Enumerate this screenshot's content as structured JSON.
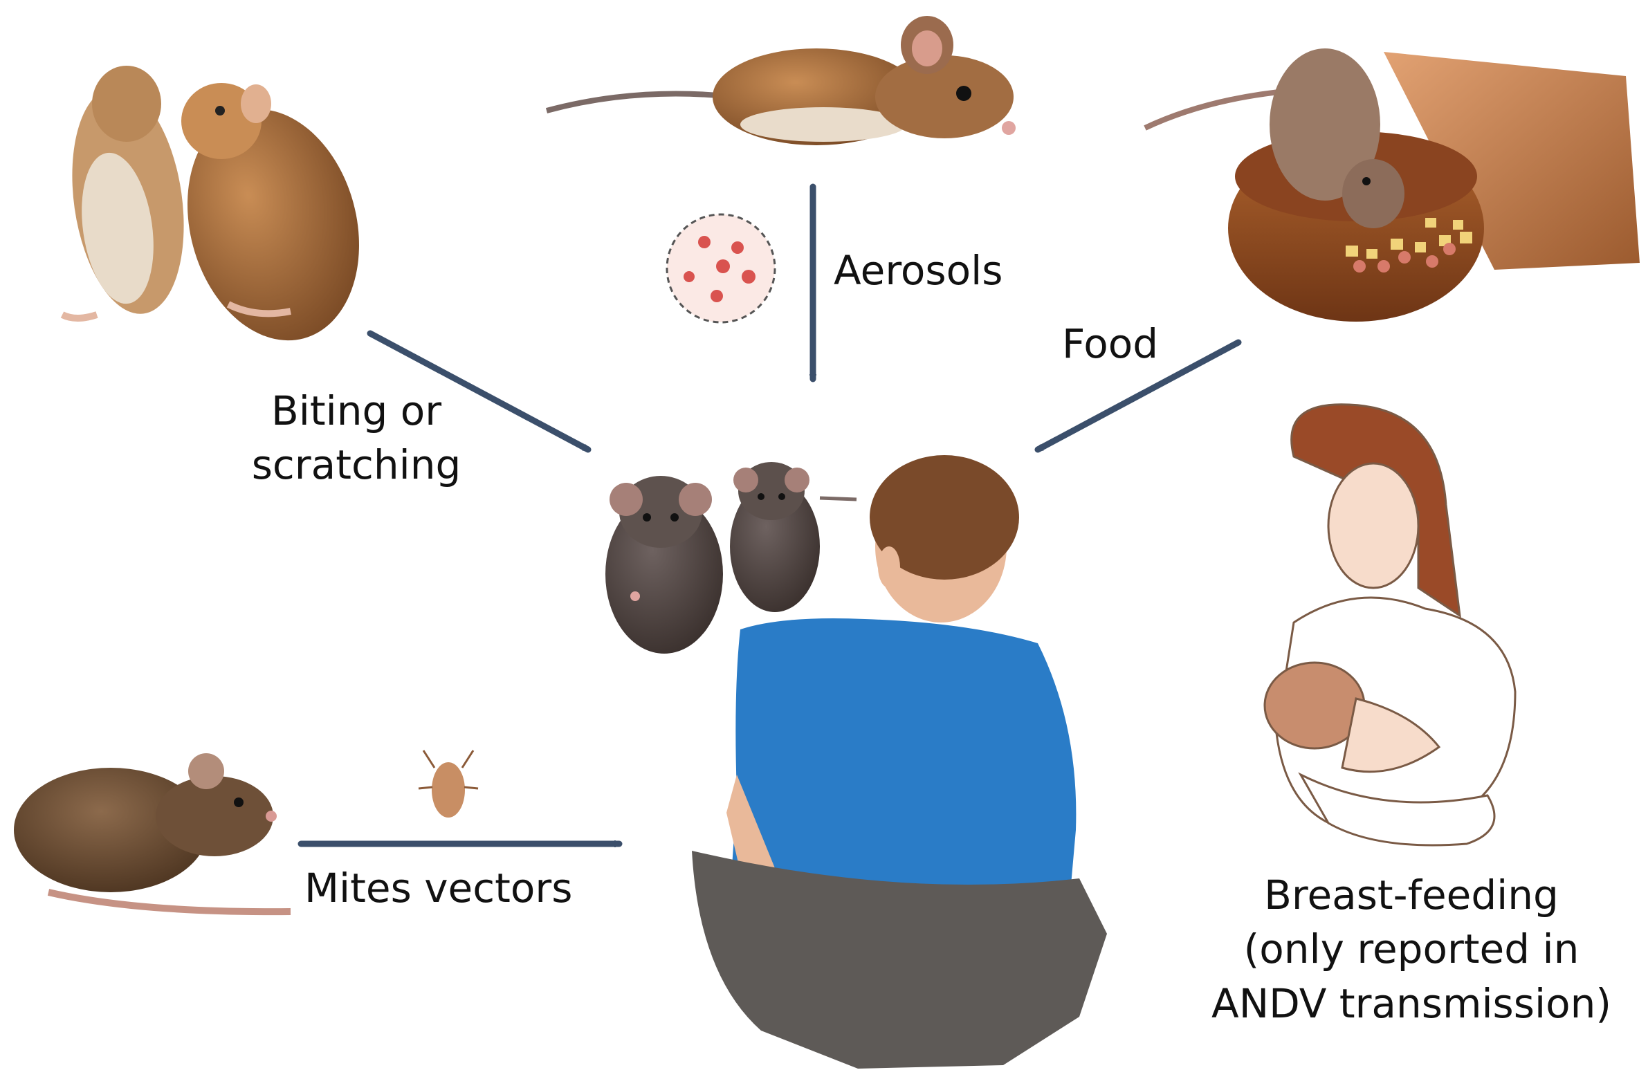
{
  "labels": {
    "biting": [
      "Biting or",
      "scratching"
    ],
    "aerosols": "Aerosols",
    "food": "Food",
    "mites": "Mites vectors",
    "breast_feeding": [
      "Breast-feeding",
      "(only reported in",
      "ANDV transmission)"
    ]
  },
  "colors": {
    "arrow": "#3b4f6b",
    "rodent_brown": "#8a5a36",
    "rodent_dark": "#4a3f3a",
    "shirt_blue": "#2a7cc7",
    "pants_gray": "#5e5a57",
    "skin": "#e9b99a",
    "hair": "#7a4a2a",
    "virus_red": "#d9534f"
  },
  "icons": [
    "paired-mice-illustration",
    "mouse-illustration",
    "rat-eating-from-bowl-illustration",
    "rats-pair-illustration",
    "seated-person-illustration",
    "brown-rat-illustration",
    "mite-illustration",
    "aerosol-particle-icon",
    "breastfeeding-mother-illustration"
  ]
}
